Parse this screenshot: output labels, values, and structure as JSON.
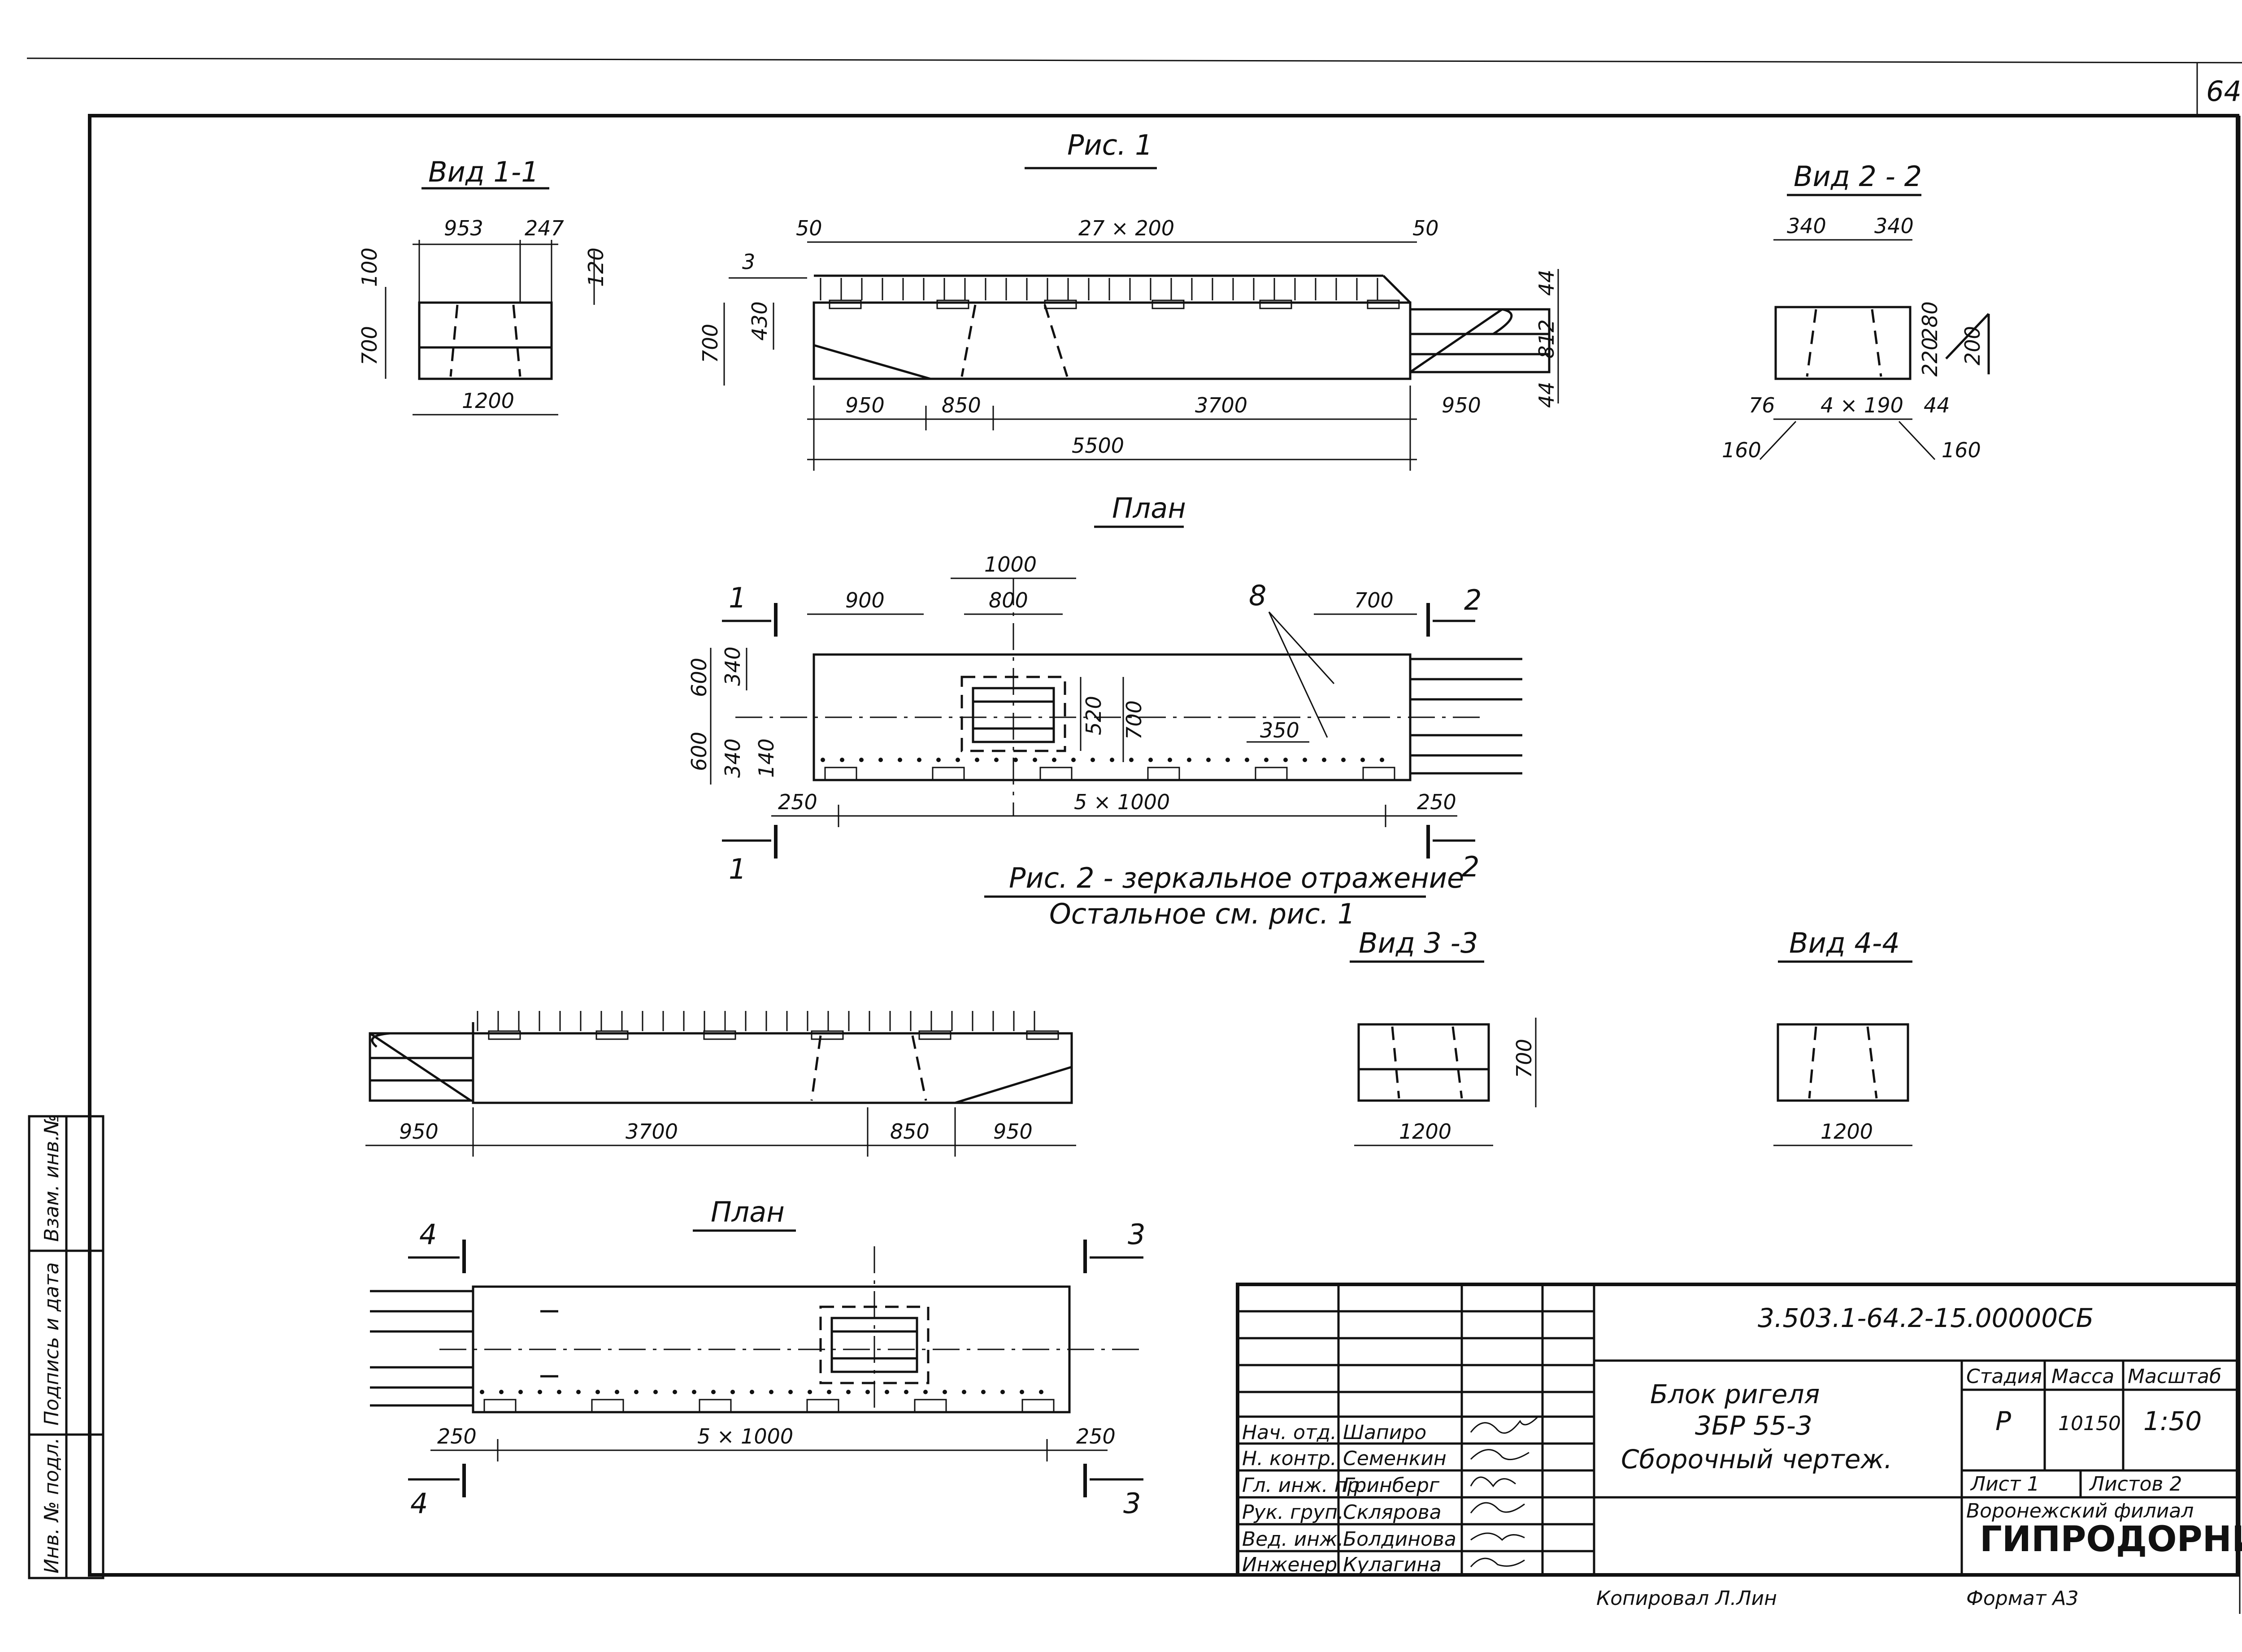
{
  "sheet_number": "64",
  "views": {
    "view_1_1": {
      "title": "Вид 1-1",
      "dims": [
        "953",
        "247",
        "100",
        "120",
        "700",
        "1200"
      ]
    },
    "fig_1": {
      "title": "Рис. 1",
      "dims": [
        "50",
        "27 × 200",
        "50",
        "3",
        "700",
        "430",
        "44",
        "812",
        "44",
        "950",
        "850",
        "3700",
        "950",
        "5500"
      ]
    },
    "view_2_2": {
      "title": "Вид 2 - 2",
      "dims": [
        "340",
        "340",
        "280",
        "220",
        "200",
        "76",
        "4 × 190",
        "44",
        "160",
        "160"
      ]
    },
    "plan_1": {
      "title": "План",
      "dims": [
        "1000",
        "800",
        "900",
        "700",
        "8",
        "600",
        "340",
        "600",
        "340",
        "140",
        "520",
        "700",
        "350",
        "250",
        "5 × 1000",
        "250"
      ],
      "cuts": [
        "1",
        "2",
        "1",
        "2"
      ]
    },
    "fig_2_caption": {
      "line1": "Рис. 2 - зеркальное отражение",
      "line2": "Остальное см. рис. 1"
    },
    "view_3_3": {
      "title": "Вид 3 -3",
      "dims": [
        "700",
        "1200"
      ]
    },
    "view_4_4": {
      "title": "Вид 4-4",
      "dims": [
        "1200"
      ]
    },
    "fig_2_elev": {
      "dims": [
        "950",
        "3700",
        "850",
        "950"
      ]
    },
    "plan_2": {
      "title": "План",
      "dims": [
        "250",
        "5 × 1000",
        "250"
      ],
      "cuts": [
        "4",
        "3",
        "4",
        "3"
      ]
    }
  },
  "side_stamp": [
    "Взам. инв.№",
    "Подпись и дата",
    "Инв. № подл."
  ],
  "title_block": {
    "doc_code": "3.503.1-64.2-15.00000СБ",
    "product_line1": "Блок ригеля",
    "product_line2": "3БР 55-3",
    "product_line3": "Сборочный чертеж.",
    "headers": {
      "stage": "Стадия",
      "mass": "Масса",
      "scale": "Масштаб"
    },
    "values": {
      "stage": "Р",
      "mass": "10150",
      "scale": "1:50"
    },
    "sheet": "Лист 1",
    "sheets": "Листов 2",
    "org_line1": "Воронежский филиал",
    "org_line2": "ГИПРОДОРНИИ",
    "signatures": [
      {
        "role": "Нач. отд.",
        "name": "Шапиро"
      },
      {
        "role": "Н. контр.",
        "name": "Семенкин"
      },
      {
        "role": "Гл. инж. пр.",
        "name": "Гринберг"
      },
      {
        "role": "Рук. груп.",
        "name": "Склярова"
      },
      {
        "role": "Вед. инж.",
        "name": "Болдинова"
      },
      {
        "role": "Инженер",
        "name": "Кулагина"
      }
    ],
    "copied": "Копировал Л.Лин",
    "format": "Формат А3"
  }
}
